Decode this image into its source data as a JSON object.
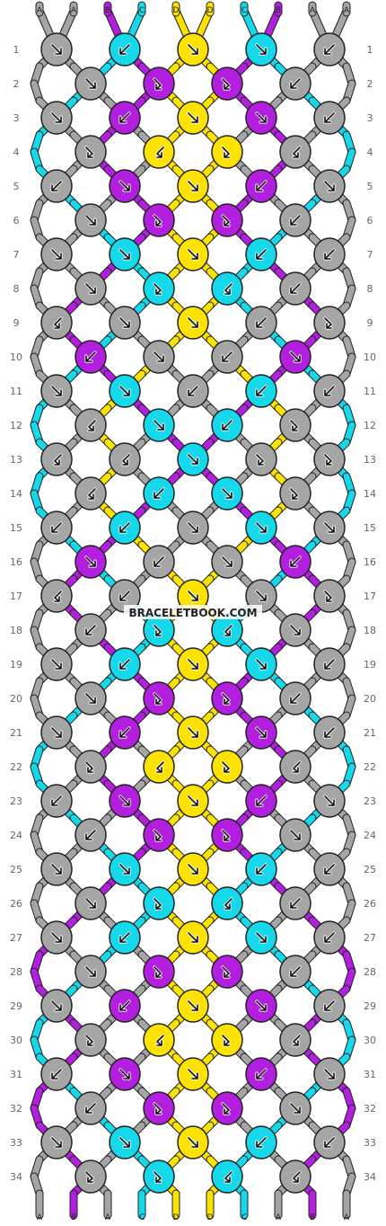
{
  "watermark": "BRACELETBOOK.COM",
  "colors": {
    "A": "#a5a5a5",
    "B": "#b21fdf",
    "C": "#15d9ea",
    "D": "#fce200"
  },
  "strands": [
    "A",
    "A",
    "B",
    "C",
    "D",
    "D",
    "C",
    "B",
    "A",
    "A"
  ],
  "row_labels": [
    "1",
    "2",
    "3",
    "4",
    "5",
    "6",
    "7",
    "8",
    "9",
    "10",
    "11",
    "12",
    "13",
    "14",
    "15",
    "16",
    "17",
    "18",
    "19",
    "20",
    "21",
    "22",
    "23",
    "24",
    "25",
    "26",
    "27",
    "28",
    "29",
    "30",
    "31",
    "32",
    "33",
    "34"
  ],
  "knot_icons": {
    "f": "arrow-down-right-icon",
    "b": "arrow-down-left-icon",
    "fb": "arrow-down-right-left-icon",
    "bf": "arrow-down-left-right-icon"
  },
  "rows": [
    [
      {
        "c": "A",
        "t": "f"
      },
      {
        "c": "C",
        "t": "b"
      },
      {
        "c": "D",
        "t": "f"
      },
      {
        "c": "C",
        "t": "f"
      },
      {
        "c": "A",
        "t": "b"
      }
    ],
    [
      {
        "c": "A",
        "t": "f"
      },
      {
        "c": "B",
        "t": "fb"
      },
      {
        "c": "B",
        "t": "fb"
      },
      {
        "c": "A",
        "t": "b"
      }
    ],
    [
      {
        "c": "A",
        "t": "f"
      },
      {
        "c": "B",
        "t": "b"
      },
      {
        "c": "D",
        "t": "f"
      },
      {
        "c": "B",
        "t": "f"
      },
      {
        "c": "A",
        "t": "b"
      }
    ],
    [
      {
        "c": "A",
        "t": "fb"
      },
      {
        "c": "D",
        "t": "bf"
      },
      {
        "c": "D",
        "t": "fb"
      },
      {
        "c": "A",
        "t": "bf"
      }
    ],
    [
      {
        "c": "A",
        "t": "b"
      },
      {
        "c": "B",
        "t": "f"
      },
      {
        "c": "D",
        "t": "f"
      },
      {
        "c": "B",
        "t": "b"
      },
      {
        "c": "A",
        "t": "f"
      }
    ],
    [
      {
        "c": "A",
        "t": "f"
      },
      {
        "c": "B",
        "t": "fb"
      },
      {
        "c": "B",
        "t": "fb"
      },
      {
        "c": "A",
        "t": "b"
      }
    ],
    [
      {
        "c": "A",
        "t": "f"
      },
      {
        "c": "C",
        "t": "f"
      },
      {
        "c": "D",
        "t": "f"
      },
      {
        "c": "C",
        "t": "b"
      },
      {
        "c": "A",
        "t": "b"
      }
    ],
    [
      {
        "c": "A",
        "t": "f"
      },
      {
        "c": "C",
        "t": "fb"
      },
      {
        "c": "C",
        "t": "bf"
      },
      {
        "c": "A",
        "t": "b"
      }
    ],
    [
      {
        "c": "A",
        "t": "bf"
      },
      {
        "c": "A",
        "t": "f"
      },
      {
        "c": "D",
        "t": "f"
      },
      {
        "c": "A",
        "t": "b"
      },
      {
        "c": "A",
        "t": "fb"
      }
    ],
    [
      {
        "c": "B",
        "t": "b"
      },
      {
        "c": "A",
        "t": "f"
      },
      {
        "c": "A",
        "t": "b"
      },
      {
        "c": "B",
        "t": "f"
      }
    ],
    [
      {
        "c": "A",
        "t": "f"
      },
      {
        "c": "C",
        "t": "f"
      },
      {
        "c": "A",
        "t": "b"
      },
      {
        "c": "C",
        "t": "b"
      },
      {
        "c": "A",
        "t": "b"
      }
    ],
    [
      {
        "c": "A",
        "t": "bf"
      },
      {
        "c": "C",
        "t": "f"
      },
      {
        "c": "C",
        "t": "b"
      },
      {
        "c": "A",
        "t": "fb"
      }
    ],
    [
      {
        "c": "A",
        "t": "bf"
      },
      {
        "c": "A",
        "t": "bf"
      },
      {
        "c": "C",
        "t": "f"
      },
      {
        "c": "A",
        "t": "fb"
      },
      {
        "c": "A",
        "t": "fb"
      }
    ],
    [
      {
        "c": "A",
        "t": "bf"
      },
      {
        "c": "C",
        "t": "b"
      },
      {
        "c": "C",
        "t": "f"
      },
      {
        "c": "A",
        "t": "fb"
      }
    ],
    [
      {
        "c": "A",
        "t": "b"
      },
      {
        "c": "C",
        "t": "b"
      },
      {
        "c": "A",
        "t": "f"
      },
      {
        "c": "C",
        "t": "f"
      },
      {
        "c": "A",
        "t": "f"
      }
    ],
    [
      {
        "c": "B",
        "t": "f"
      },
      {
        "c": "A",
        "t": "b"
      },
      {
        "c": "A",
        "t": "f"
      },
      {
        "c": "B",
        "t": "b"
      }
    ],
    [
      {
        "c": "A",
        "t": "bf"
      },
      {
        "c": "A",
        "t": "b"
      },
      {
        "c": "D",
        "t": "f"
      },
      {
        "c": "A",
        "t": "f"
      },
      {
        "c": "A",
        "t": "fb"
      }
    ],
    [
      {
        "c": "A",
        "t": "b"
      },
      {
        "c": "C",
        "t": "fb"
      },
      {
        "c": "C",
        "t": "bf"
      },
      {
        "c": "A",
        "t": "f"
      }
    ],
    [
      {
        "c": "A",
        "t": "f"
      },
      {
        "c": "C",
        "t": "b"
      },
      {
        "c": "D",
        "t": "f"
      },
      {
        "c": "C",
        "t": "f"
      },
      {
        "c": "A",
        "t": "b"
      }
    ],
    [
      {
        "c": "A",
        "t": "f"
      },
      {
        "c": "B",
        "t": "fb"
      },
      {
        "c": "B",
        "t": "fb"
      },
      {
        "c": "A",
        "t": "b"
      }
    ],
    [
      {
        "c": "A",
        "t": "f"
      },
      {
        "c": "B",
        "t": "b"
      },
      {
        "c": "D",
        "t": "f"
      },
      {
        "c": "B",
        "t": "f"
      },
      {
        "c": "A",
        "t": "b"
      }
    ],
    [
      {
        "c": "A",
        "t": "fb"
      },
      {
        "c": "D",
        "t": "bf"
      },
      {
        "c": "D",
        "t": "fb"
      },
      {
        "c": "A",
        "t": "bf"
      }
    ],
    [
      {
        "c": "A",
        "t": "b"
      },
      {
        "c": "B",
        "t": "f"
      },
      {
        "c": "D",
        "t": "f"
      },
      {
        "c": "B",
        "t": "b"
      },
      {
        "c": "A",
        "t": "f"
      }
    ],
    [
      {
        "c": "A",
        "t": "b"
      },
      {
        "c": "B",
        "t": "fb"
      },
      {
        "c": "B",
        "t": "fb"
      },
      {
        "c": "A",
        "t": "f"
      }
    ],
    [
      {
        "c": "A",
        "t": "f"
      },
      {
        "c": "C",
        "t": "f"
      },
      {
        "c": "D",
        "t": "f"
      },
      {
        "c": "C",
        "t": "b"
      },
      {
        "c": "A",
        "t": "b"
      }
    ],
    [
      {
        "c": "A",
        "t": "f"
      },
      {
        "c": "C",
        "t": "fb"
      },
      {
        "c": "C",
        "t": "bf"
      },
      {
        "c": "A",
        "t": "b"
      }
    ],
    [
      {
        "c": "A",
        "t": "f"
      },
      {
        "c": "C",
        "t": "b"
      },
      {
        "c": "D",
        "t": "f"
      },
      {
        "c": "C",
        "t": "f"
      },
      {
        "c": "A",
        "t": "b"
      }
    ],
    [
      {
        "c": "A",
        "t": "f"
      },
      {
        "c": "B",
        "t": "fb"
      },
      {
        "c": "B",
        "t": "fb"
      },
      {
        "c": "A",
        "t": "b"
      }
    ],
    [
      {
        "c": "A",
        "t": "f"
      },
      {
        "c": "B",
        "t": "b"
      },
      {
        "c": "D",
        "t": "f"
      },
      {
        "c": "B",
        "t": "f"
      },
      {
        "c": "A",
        "t": "b"
      }
    ],
    [
      {
        "c": "A",
        "t": "fb"
      },
      {
        "c": "D",
        "t": "bf"
      },
      {
        "c": "D",
        "t": "fb"
      },
      {
        "c": "A",
        "t": "bf"
      }
    ],
    [
      {
        "c": "A",
        "t": "b"
      },
      {
        "c": "B",
        "t": "f"
      },
      {
        "c": "D",
        "t": "f"
      },
      {
        "c": "B",
        "t": "b"
      },
      {
        "c": "A",
        "t": "f"
      }
    ],
    [
      {
        "c": "A",
        "t": "b"
      },
      {
        "c": "B",
        "t": "fb"
      },
      {
        "c": "B",
        "t": "fb"
      },
      {
        "c": "A",
        "t": "f"
      }
    ],
    [
      {
        "c": "A",
        "t": "f"
      },
      {
        "c": "C",
        "t": "f"
      },
      {
        "c": "D",
        "t": "f"
      },
      {
        "c": "C",
        "t": "b"
      },
      {
        "c": "A",
        "t": "b"
      }
    ],
    [
      {
        "c": "A",
        "t": "fb"
      },
      {
        "c": "C",
        "t": "fb"
      },
      {
        "c": "C",
        "t": "bf"
      },
      {
        "c": "A",
        "t": "bf"
      }
    ]
  ]
}
